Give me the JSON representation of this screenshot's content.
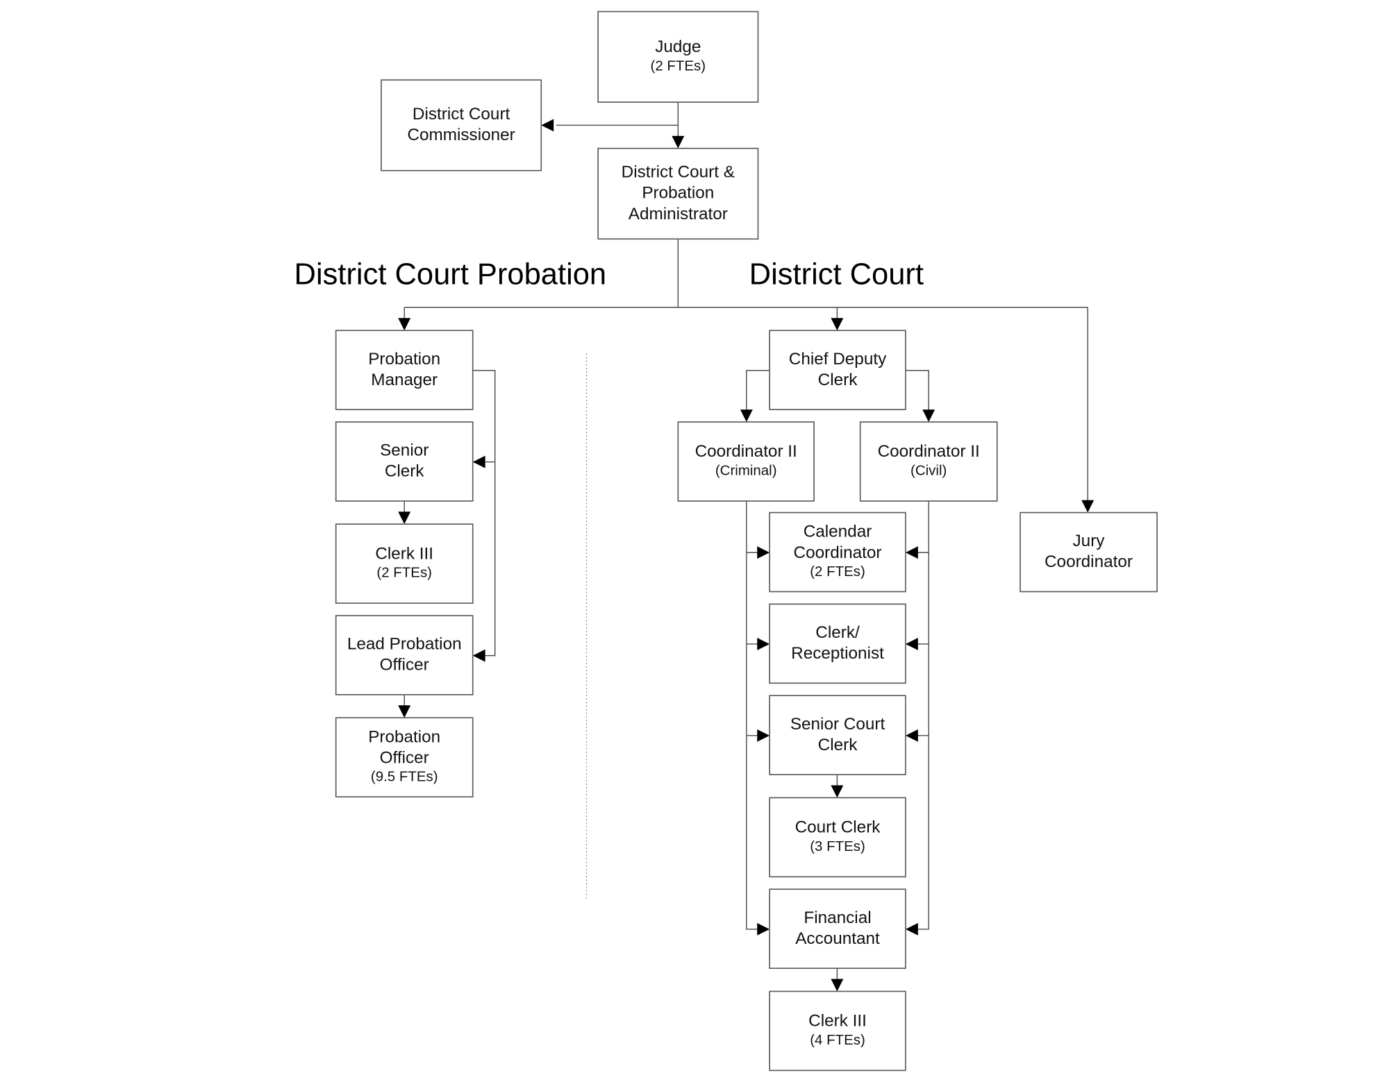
{
  "diagram": {
    "sections": {
      "probation": "District Court Probation",
      "court": "District Court"
    },
    "nodes": {
      "judge": {
        "title": [
          "Judge"
        ],
        "sub": "(2 FTEs)"
      },
      "commissioner": {
        "title": [
          "District Court",
          "Commissioner"
        ],
        "sub": ""
      },
      "administrator": {
        "title": [
          "District Court &",
          "Probation",
          "Administrator"
        ],
        "sub": ""
      },
      "probation_manager": {
        "title": [
          "Probation",
          "Manager"
        ],
        "sub": ""
      },
      "senior_clerk": {
        "title": [
          "Senior",
          "Clerk"
        ],
        "sub": ""
      },
      "clerk_iii_probation": {
        "title": [
          "Clerk III"
        ],
        "sub": "(2 FTEs)"
      },
      "lead_probation_officer": {
        "title": [
          "Lead Probation",
          "Officer"
        ],
        "sub": ""
      },
      "probation_officer": {
        "title": [
          "Probation",
          "Officer"
        ],
        "sub": "(9.5 FTEs)"
      },
      "chief_deputy_clerk": {
        "title": [
          "Chief Deputy",
          "Clerk"
        ],
        "sub": ""
      },
      "coordinator_criminal": {
        "title": [
          "Coordinator II"
        ],
        "sub": "(Criminal)"
      },
      "coordinator_civil": {
        "title": [
          "Coordinator II"
        ],
        "sub": "(Civil)"
      },
      "jury_coordinator": {
        "title": [
          "Jury",
          "Coordinator"
        ],
        "sub": ""
      },
      "calendar_coordinator": {
        "title": [
          "Calendar",
          "Coordinator"
        ],
        "sub": "(2 FTEs)"
      },
      "clerk_receptionist": {
        "title": [
          "Clerk/",
          "Receptionist"
        ],
        "sub": ""
      },
      "senior_court_clerk": {
        "title": [
          "Senior Court",
          "Clerk"
        ],
        "sub": ""
      },
      "court_clerk": {
        "title": [
          "Court Clerk"
        ],
        "sub": "(3 FTEs)"
      },
      "financial_accountant": {
        "title": [
          "Financial",
          "Accountant"
        ],
        "sub": ""
      },
      "clerk_iii_court": {
        "title": [
          "Clerk III"
        ],
        "sub": "(4 FTEs)"
      }
    }
  }
}
